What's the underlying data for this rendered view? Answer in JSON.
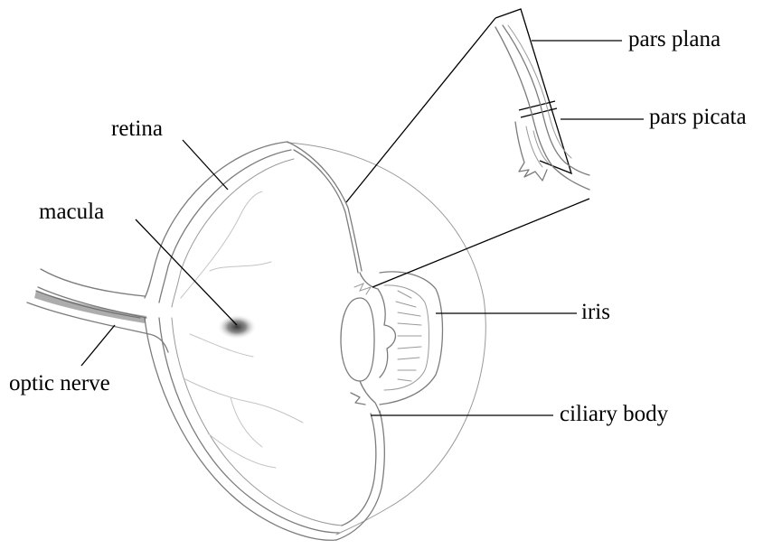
{
  "labels": {
    "pars_plana": "pars plana",
    "pars_picata": "pars picata",
    "retina": "retina",
    "macula": "macula",
    "optic_nerve": "optic nerve",
    "iris": "iris",
    "ciliary_body": "ciliary body"
  },
  "colors": {
    "sketch_stroke": "#7c7c7c",
    "leader_line": "#000000",
    "label_text": "#000000",
    "background": "#ffffff"
  }
}
